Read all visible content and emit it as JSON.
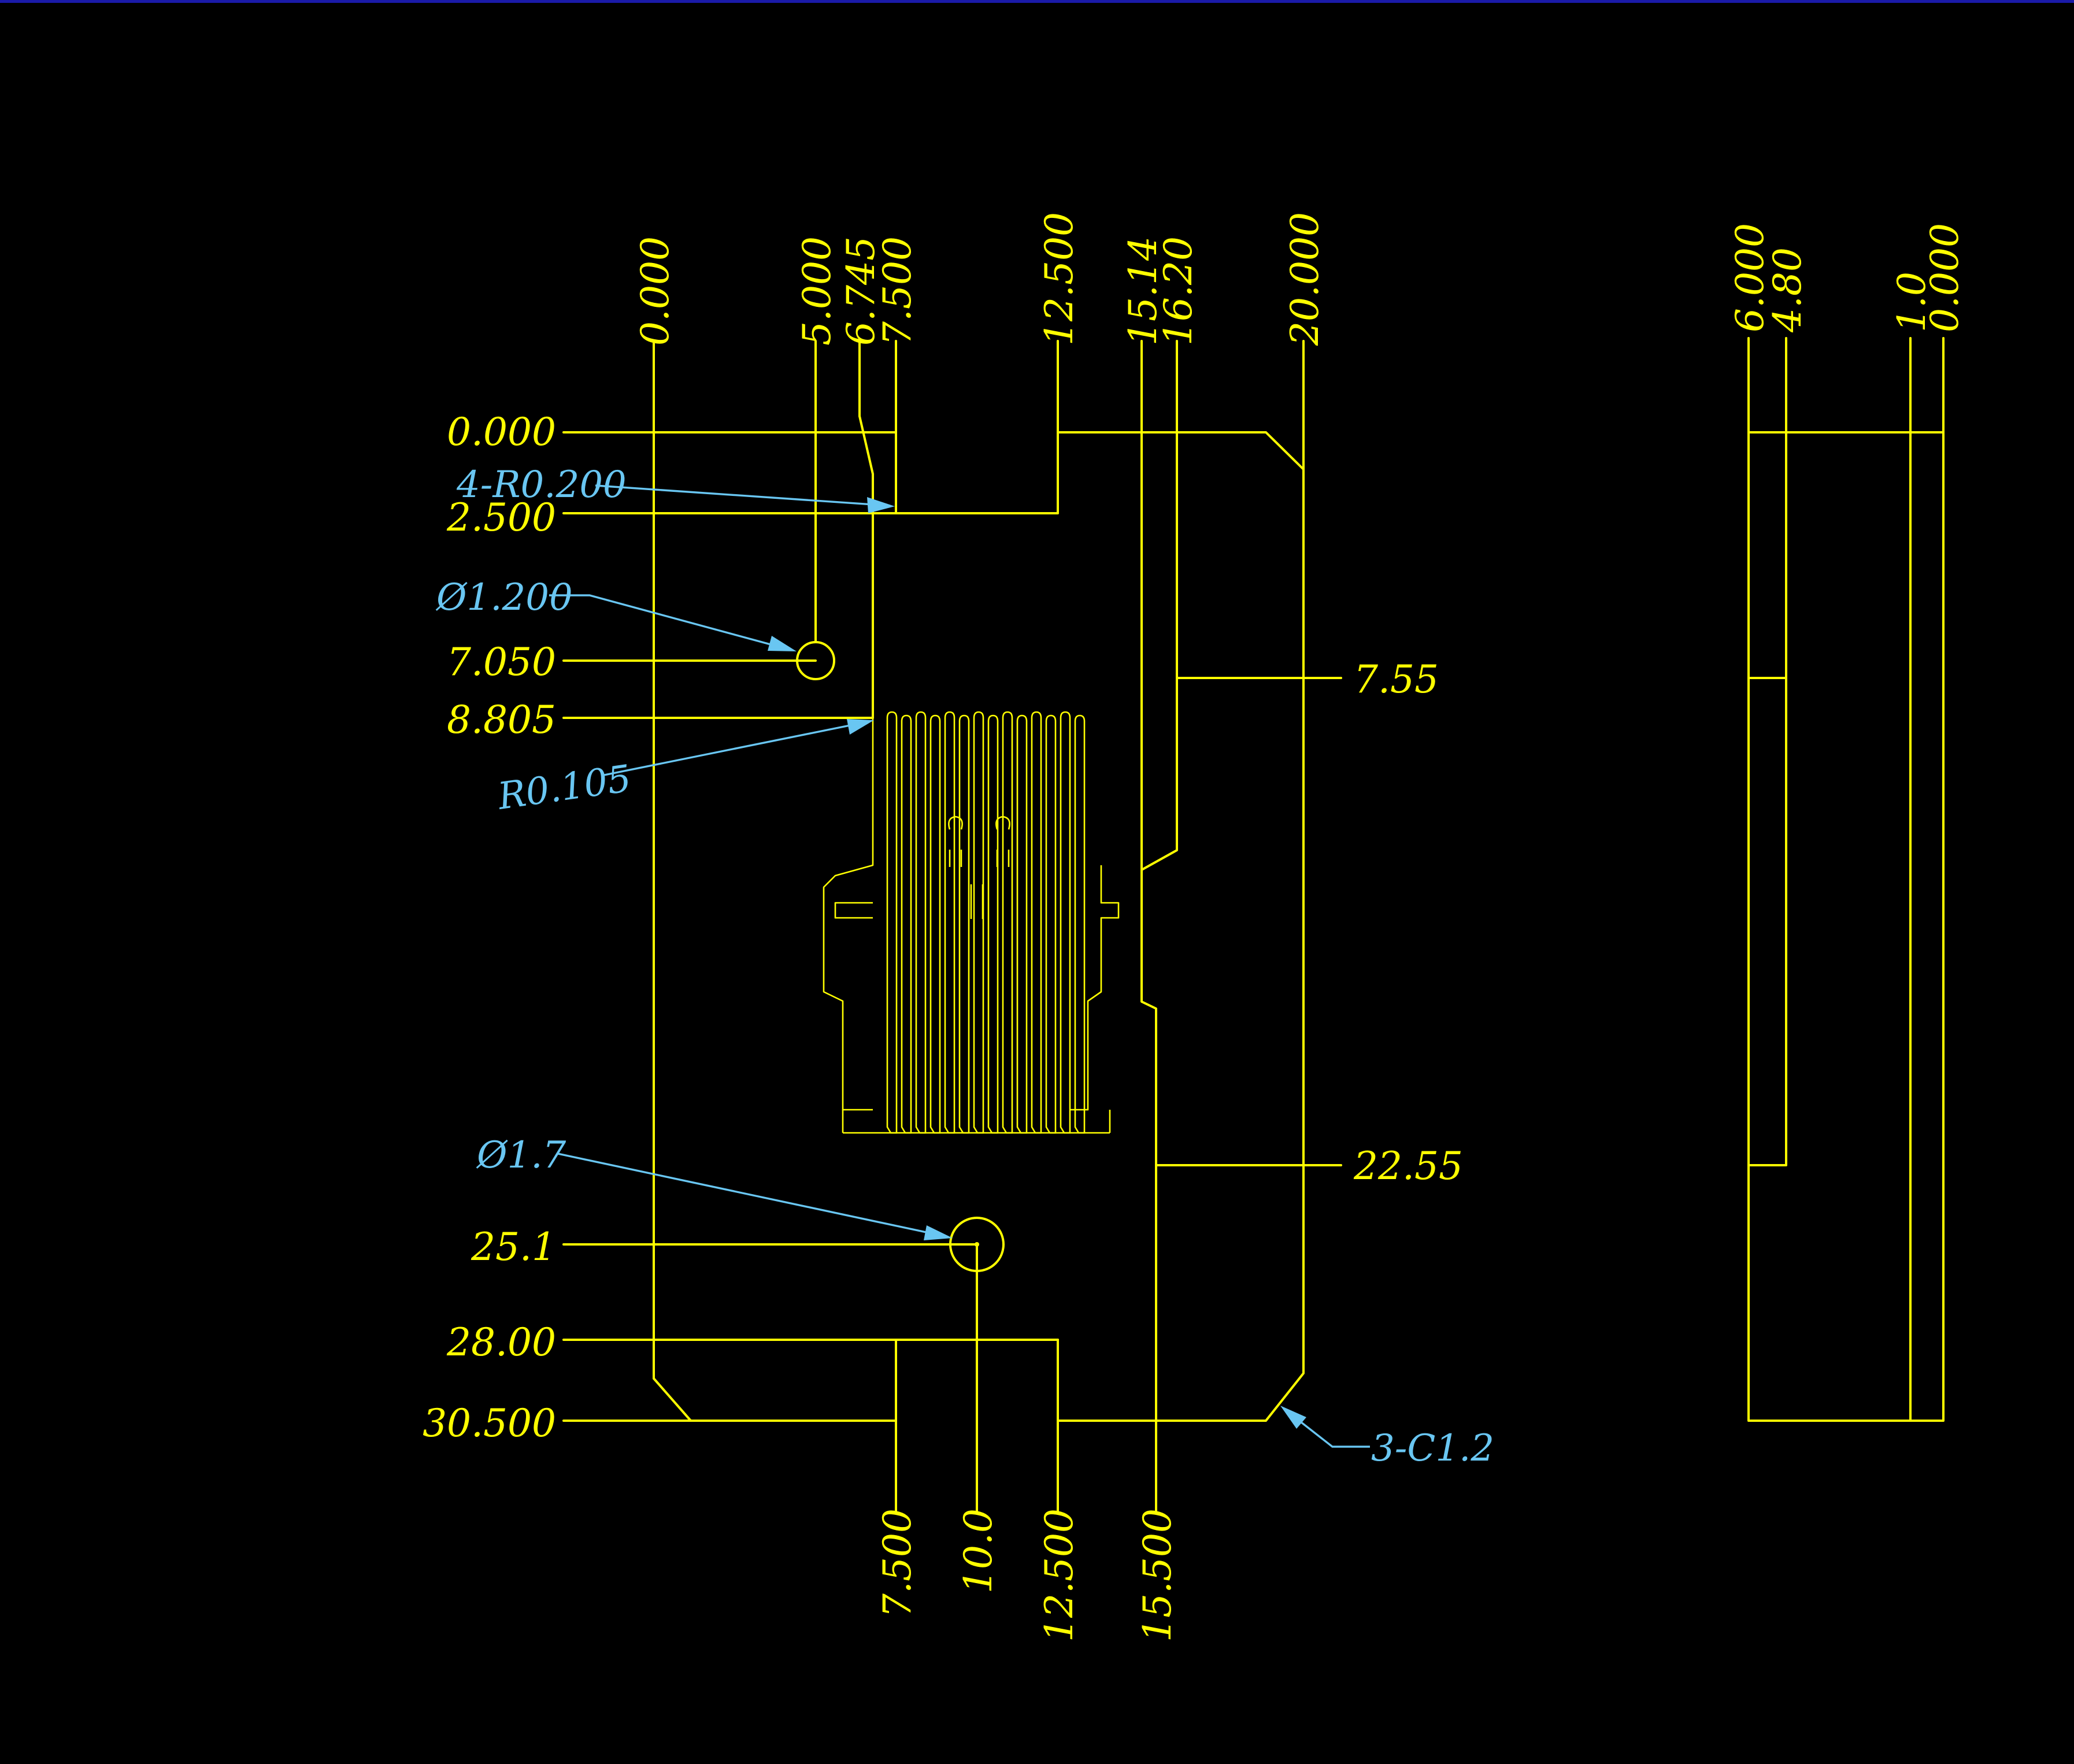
{
  "colors": {
    "background": "#000000",
    "geometry": "#ffff00",
    "callouts": "#69c6f2",
    "top_bar": "#1a1aa8"
  },
  "dimensions": {
    "top_x": [
      "0.000",
      "5.000",
      "6.745",
      "7.500",
      "12.500",
      "15.14",
      "16.20",
      "20.000"
    ],
    "side_x": [
      "6.000",
      "4.80",
      "1.0",
      "0.000"
    ],
    "left_y": [
      "0.000",
      "2.500",
      "7.050",
      "8.805",
      "25.1",
      "28.00",
      "30.500"
    ],
    "right_y": [
      "7.55",
      "22.55"
    ],
    "bottom_x": [
      "7.500",
      "10.0",
      "12.500",
      "15.500"
    ]
  },
  "callouts": {
    "corner_radius": "4-R0.200",
    "hole_small": "Ø1.200",
    "pin_radius": "R0.105",
    "hole_large": "Ø1.7",
    "chamfer": "3-C1.2"
  }
}
